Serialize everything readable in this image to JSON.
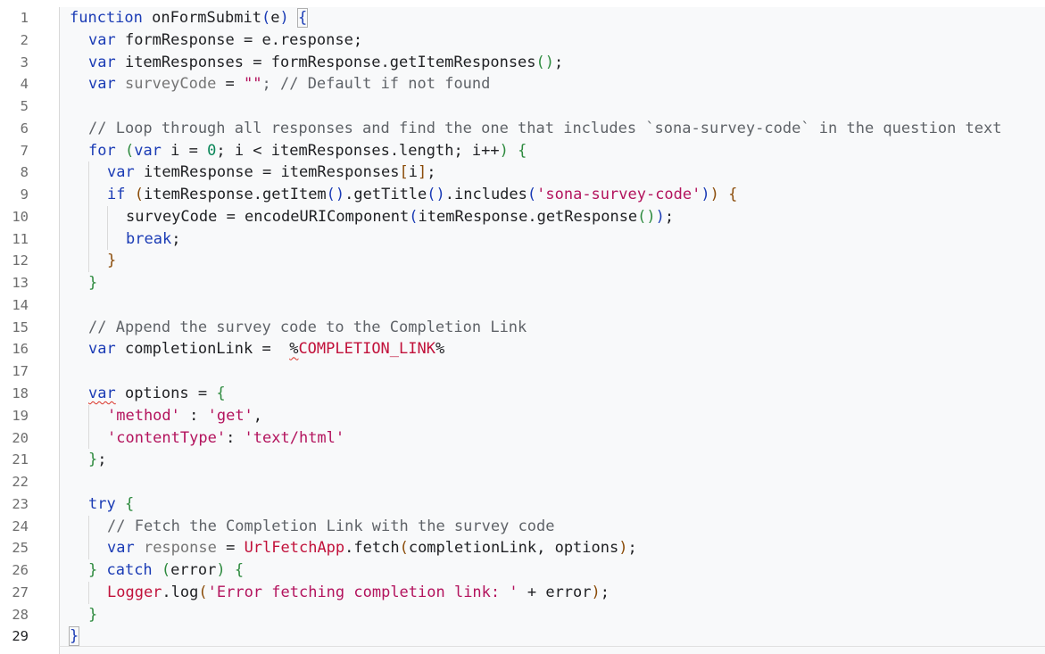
{
  "editor": {
    "line_numbers": [
      "1",
      "2",
      "3",
      "4",
      "5",
      "6",
      "7",
      "8",
      "9",
      "10",
      "11",
      "12",
      "13",
      "14",
      "15",
      "16",
      "17",
      "18",
      "19",
      "20",
      "21",
      "22",
      "23",
      "24",
      "25",
      "26",
      "27",
      "28",
      "29"
    ],
    "active_line": "29",
    "lines": [
      [
        {
          "t": "function ",
          "c": "kw"
        },
        {
          "t": "onFormSubmit",
          "c": ""
        },
        {
          "t": "(",
          "c": "brk1"
        },
        {
          "t": "e",
          "c": ""
        },
        {
          "t": ")",
          "c": "brk1"
        },
        {
          "t": " ",
          "c": ""
        },
        {
          "t": "{",
          "c": "brk1 brk-hl"
        }
      ],
      [
        {
          "t": "var ",
          "c": "kw"
        },
        {
          "t": "formResponse = e.response;",
          "c": ""
        }
      ],
      [
        {
          "t": "var ",
          "c": "kw"
        },
        {
          "t": "itemResponses = formResponse.getItemResponses",
          "c": ""
        },
        {
          "t": "()",
          "c": "brk2"
        },
        {
          "t": ";",
          "c": ""
        }
      ],
      [
        {
          "t": "var ",
          "c": "kw"
        },
        {
          "t": "surveyCode",
          "c": "var2"
        },
        {
          "t": " = ",
          "c": ""
        },
        {
          "t": "\"\"",
          "c": "str"
        },
        {
          "t": "; // Default if not found",
          "c": "cmt"
        }
      ],
      [],
      [
        {
          "t": "// Loop through all responses and find the one that includes `sona-survey-code` in the question text",
          "c": "cmt"
        }
      ],
      [
        {
          "t": "for ",
          "c": "kw"
        },
        {
          "t": "(",
          "c": "brk2"
        },
        {
          "t": "var ",
          "c": "kw"
        },
        {
          "t": "i = ",
          "c": ""
        },
        {
          "t": "0",
          "c": "num"
        },
        {
          "t": "; i < itemResponses.length; i++",
          "c": ""
        },
        {
          "t": ")",
          "c": "brk2"
        },
        {
          "t": " ",
          "c": ""
        },
        {
          "t": "{",
          "c": "brk2"
        }
      ],
      [
        {
          "t": "var ",
          "c": "kw"
        },
        {
          "t": "itemResponse = itemResponses",
          "c": ""
        },
        {
          "t": "[",
          "c": "brk3"
        },
        {
          "t": "i",
          "c": ""
        },
        {
          "t": "]",
          "c": "brk3"
        },
        {
          "t": ";",
          "c": ""
        }
      ],
      [
        {
          "t": "if ",
          "c": "kw"
        },
        {
          "t": "(",
          "c": "brk3"
        },
        {
          "t": "itemResponse.getItem",
          "c": ""
        },
        {
          "t": "()",
          "c": "brk1"
        },
        {
          "t": ".getTitle",
          "c": ""
        },
        {
          "t": "()",
          "c": "brk1"
        },
        {
          "t": ".includes",
          "c": ""
        },
        {
          "t": "(",
          "c": "brk1"
        },
        {
          "t": "'sona-survey-code'",
          "c": "str"
        },
        {
          "t": ")",
          "c": "brk1"
        },
        {
          "t": ")",
          "c": "brk3"
        },
        {
          "t": " ",
          "c": ""
        },
        {
          "t": "{",
          "c": "brk3"
        }
      ],
      [
        {
          "t": "surveyCode = encodeURIComponent",
          "c": ""
        },
        {
          "t": "(",
          "c": "brk1"
        },
        {
          "t": "itemResponse.getResponse",
          "c": ""
        },
        {
          "t": "()",
          "c": "brk2"
        },
        {
          "t": ")",
          "c": "brk1"
        },
        {
          "t": ";",
          "c": ""
        }
      ],
      [
        {
          "t": "break",
          "c": "kw"
        },
        {
          "t": ";",
          "c": ""
        }
      ],
      [
        {
          "t": "}",
          "c": "brk3"
        }
      ],
      [
        {
          "t": "}",
          "c": "brk2"
        }
      ],
      [],
      [
        {
          "t": "// Append the survey code to the Completion Link",
          "c": "cmt"
        }
      ],
      [
        {
          "t": "var ",
          "c": "kw"
        },
        {
          "t": "completionLink =  ",
          "c": ""
        },
        {
          "t": "%",
          "c": "squig"
        },
        {
          "t": "COMPLETION_LINK",
          "c": "cls"
        },
        {
          "t": "%",
          "c": ""
        }
      ],
      [],
      [
        {
          "t": "var",
          "c": "kw squig"
        },
        {
          "t": " options = ",
          "c": ""
        },
        {
          "t": "{",
          "c": "brk2"
        }
      ],
      [
        {
          "t": "'method'",
          "c": "str"
        },
        {
          "t": " : ",
          "c": ""
        },
        {
          "t": "'get'",
          "c": "str"
        },
        {
          "t": ",",
          "c": ""
        }
      ],
      [
        {
          "t": "'contentType'",
          "c": "str"
        },
        {
          "t": ": ",
          "c": ""
        },
        {
          "t": "'text/html'",
          "c": "str"
        }
      ],
      [
        {
          "t": "}",
          "c": "brk2"
        },
        {
          "t": ";",
          "c": ""
        }
      ],
      [],
      [
        {
          "t": "try ",
          "c": "kw"
        },
        {
          "t": "{",
          "c": "brk2"
        }
      ],
      [
        {
          "t": "// Fetch the Completion Link with the survey code",
          "c": "cmt"
        }
      ],
      [
        {
          "t": "var ",
          "c": "kw"
        },
        {
          "t": "response",
          "c": "var2"
        },
        {
          "t": " = ",
          "c": ""
        },
        {
          "t": "UrlFetchApp",
          "c": "cls"
        },
        {
          "t": ".fetch",
          "c": ""
        },
        {
          "t": "(",
          "c": "brk3"
        },
        {
          "t": "completionLink, options",
          "c": ""
        },
        {
          "t": ")",
          "c": "brk3"
        },
        {
          "t": ";",
          "c": ""
        }
      ],
      [
        {
          "t": "}",
          "c": "brk2"
        },
        {
          "t": " catch ",
          "c": "kw"
        },
        {
          "t": "(",
          "c": "brk2"
        },
        {
          "t": "error",
          "c": ""
        },
        {
          "t": ")",
          "c": "brk2"
        },
        {
          "t": " ",
          "c": ""
        },
        {
          "t": "{",
          "c": "brk2"
        }
      ],
      [
        {
          "t": "Logger",
          "c": "cls"
        },
        {
          "t": ".log",
          "c": ""
        },
        {
          "t": "(",
          "c": "brk3"
        },
        {
          "t": "'Error fetching completion link: '",
          "c": "str"
        },
        {
          "t": " + error",
          "c": ""
        },
        {
          "t": ")",
          "c": "brk3"
        },
        {
          "t": ";",
          "c": ""
        }
      ],
      [
        {
          "t": "}",
          "c": "brk2"
        }
      ],
      [
        {
          "t": "}",
          "c": "brk1 brk-hl"
        }
      ]
    ]
  }
}
